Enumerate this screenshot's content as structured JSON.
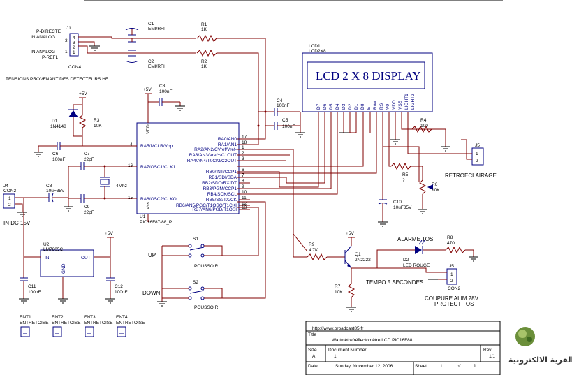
{
  "connectors": {
    "j1": {
      "ref": "J1",
      "name": "CON4",
      "pin_labels": [
        "P-DIRECTE",
        "IN ANALOG",
        "IN ANALOG",
        "P-REFL"
      ],
      "pins": [
        "4",
        "3",
        "2",
        "1"
      ],
      "pin_row_values": [
        "3",
        "1"
      ],
      "note": "TENSIONS  PROVENANT  DES DETECTEURS  HF"
    },
    "j4": {
      "ref": "J4",
      "name": "CON2",
      "pins": [
        "1",
        "2"
      ],
      "note": "IN DC 15V"
    },
    "j5": {
      "ref": "J5",
      "name": "CON2",
      "pins": [
        "1",
        "2"
      ],
      "note": "RETROECLAIRAGE"
    },
    "j6": {
      "ref": "J5",
      "name": "CON2",
      "pins": [
        "1",
        "2"
      ],
      "note1": "COUPURE ALIM 28V",
      "note2": "PROTECT  TOS"
    }
  },
  "components": {
    "c1": {
      "ref": "C1",
      "value": "EMI/RFI"
    },
    "c2": {
      "ref": "C2",
      "value": "EMI/RFI"
    },
    "r1": {
      "ref": "R1",
      "value": "1K"
    },
    "r2": {
      "ref": "R2",
      "value": "1K"
    },
    "c3": {
      "ref": "C3",
      "value": "100nF"
    },
    "c4": {
      "ref": "C4",
      "value": "100nF"
    },
    "c5": {
      "ref": "C5",
      "value": "100nF"
    },
    "c6": {
      "ref": "C6",
      "value": "100nF"
    },
    "c7": {
      "ref": "C7",
      "value": "22pF"
    },
    "c8": {
      "ref": "C8",
      "value": "10uF35V"
    },
    "c9": {
      "ref": "C9",
      "value": "22pF"
    },
    "c10": {
      "ref": "C10",
      "value": "10uF35V"
    },
    "c11": {
      "ref": "C11",
      "value": "100nF"
    },
    "c12": {
      "ref": "C12",
      "value": "100nF"
    },
    "d1": {
      "ref": "D1",
      "value": "1N4148"
    },
    "r3": {
      "ref": "R3",
      "value": "10K"
    },
    "r4": {
      "ref": "R4",
      "value": "100"
    },
    "r5": {
      "ref": "R5",
      "value": "?"
    },
    "r6": {
      "ref": "R6",
      "value": "10K"
    },
    "r7": {
      "ref": "R7",
      "value": "10K"
    },
    "r8": {
      "ref": "R8",
      "value": "470"
    },
    "r9": {
      "ref": "R9",
      "value": "4.7K"
    },
    "q1": {
      "ref": "Q1",
      "value": "2N2222"
    },
    "d2": {
      "ref": "D2",
      "value": "LED ROUGE"
    },
    "u2": {
      "ref": "U2",
      "value": "LM7805C",
      "in": "IN",
      "out": "OUT",
      "gnd": "GND"
    },
    "xtal": {
      "value": "4Mhz"
    },
    "s1": {
      "ref": "S1",
      "value": "POUSSOIR",
      "label": "UP"
    },
    "s2": {
      "ref": "S2",
      "value": "POUSSOIR",
      "label": "DOWN"
    },
    "vcc": "+5V",
    "alarm": "ALARME  TOS",
    "tempo": "TEMPO 5 SECONDES"
  },
  "mcu": {
    "ref": "U1",
    "name": "PIC16F87/88_P",
    "vdd": "VDD",
    "vss": "Vss",
    "left_pins": [
      {
        "num": "4",
        "name": "RA5/MCLR/Vpp"
      },
      {
        "num": "16",
        "name": "RA7/OSC1/CLK1"
      },
      {
        "num": "15",
        "name": "RA6/OSC2/CLKO"
      }
    ],
    "right_pins": [
      {
        "num": "17",
        "name": "RA0/AN0"
      },
      {
        "num": "18",
        "name": "RA1/AN1"
      },
      {
        "num": "1",
        "name": "RA2/AN2/CVref/Vref-"
      },
      {
        "num": "2",
        "name": "RA3/AN3/Vref+/C1OUT"
      },
      {
        "num": "3",
        "name": "RA4/AN4/T0CKI/C2OUT"
      },
      {
        "num": "6",
        "name": "RB0/INT/CCP1"
      },
      {
        "num": "7",
        "name": "RB1/SDI/SDA"
      },
      {
        "num": "8",
        "name": "RB2/SDO/RX/DT"
      },
      {
        "num": "9",
        "name": "RB3/PGM/CCP1"
      },
      {
        "num": "10",
        "name": "RB4/SCK/SCL"
      },
      {
        "num": "11",
        "name": "RB5/SS/TX/CK"
      },
      {
        "num": "12",
        "name": "RB6/AN5/PGC/T1OSO/T1CKI"
      },
      {
        "num": "13",
        "name": "RB7/AN6/PGD/T1OSI"
      }
    ]
  },
  "lcd": {
    "ref": "LCD1",
    "name": "LCD2X8",
    "text": "LCD 2 X 8 DISPLAY",
    "pins": [
      "D7",
      "D6",
      "D5",
      "D4",
      "D3",
      "D2",
      "D1",
      "D0",
      "E",
      "R/W",
      "RS",
      "V0",
      "VDD",
      "VSS",
      "LIGHT1",
      "LIGHT2"
    ]
  },
  "title_block": {
    "url": "http://www.broadcast85.fr",
    "title_label": "Title",
    "title": "Wattmètre/réflectomètre LCD PIC16F88",
    "size_label": "Size",
    "size": "A",
    "docnum_label": "Document Number",
    "docnum": "1",
    "rev_label": "Rev",
    "rev": "1/1",
    "date_label": "Date:",
    "date": "Sunday, November 12, 2006",
    "sheet_label": "Sheet",
    "sheet": "1",
    "of_label": "of",
    "of": "1"
  },
  "spacers": [
    {
      "ref": "ENT1",
      "value": "ENTRETOISE"
    },
    {
      "ref": "ENT2",
      "value": "ENTRETOISE"
    },
    {
      "ref": "ENT3",
      "value": "ENTRETOISE"
    },
    {
      "ref": "ENT4",
      "value": "ENTRETOISE"
    }
  ],
  "watermark": "القرية الالكترونية",
  "colors": {
    "wire": "#800000",
    "part": "#000080",
    "text": "#000000"
  }
}
